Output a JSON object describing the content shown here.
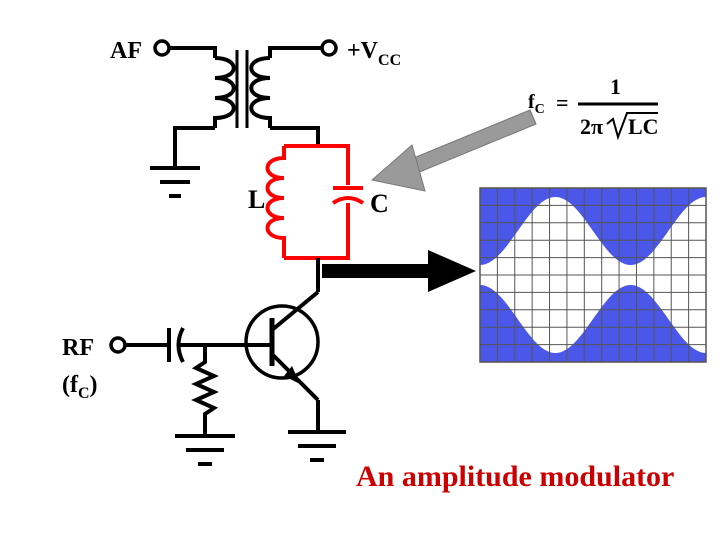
{
  "labels": {
    "af": "AF",
    "vcc_main": "+V",
    "vcc_sub": "CC",
    "inductor": "L",
    "capacitor": "C",
    "rf": "RF",
    "rf_paren_open": "(f",
    "rf_paren_sub": "C",
    "rf_paren_close": ")"
  },
  "formula": {
    "lhs_main": "f",
    "lhs_sub": "C",
    "equals": "=",
    "numerator": "1",
    "denominator_coef": "2π",
    "denominator_radicand": "LC"
  },
  "caption": "An amplitude modulator",
  "colors": {
    "wire": "#000000",
    "tank": "#ff0000",
    "caption": "#cc0000",
    "scope_fill": "#4a57e8",
    "scope_grid": "#6b7280",
    "arrow_gray": "#9a9a9a"
  }
}
